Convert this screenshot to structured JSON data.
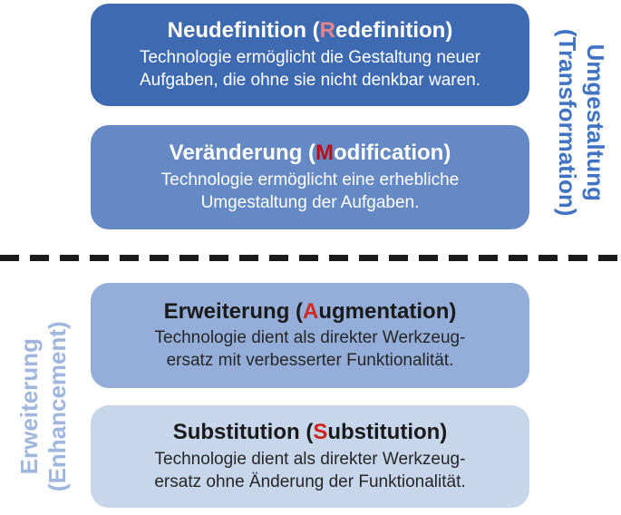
{
  "diagram": {
    "model": "SAMR",
    "divider_color": "#1c1c1c",
    "side_labels": {
      "right": {
        "line1": "Umgestaltung",
        "line2": "(Transformation)",
        "color": "#4173c4"
      },
      "left": {
        "line1": "Erweiterung",
        "line2": "(Enhancement)",
        "color": "#9fb6de"
      }
    },
    "boxes": [
      {
        "id": "redefinition",
        "title_prefix": "Neudefinition (",
        "title_red_letter": "R",
        "title_suffix": "edefinition)",
        "body_line1": "Technologie ermöglicht die Gestaltung neuer",
        "body_line2": "Aufgaben, die ohne sie nicht denkbar waren.",
        "bg_color": "#3e6ab2",
        "title_color": "#ffffff",
        "body_color": "#ffffff",
        "red_letter_color": "#e5838a"
      },
      {
        "id": "modification",
        "title_prefix": "Veränderung (",
        "title_red_letter": "M",
        "title_suffix": "odification)",
        "body_line1": "Technologie ermöglicht eine erhebliche",
        "body_line2": "Umgestaltung der Aufgaben.",
        "bg_color": "#6589c5",
        "title_color": "#ffffff",
        "body_color": "#ffffff",
        "red_letter_color": "#bb0f17"
      },
      {
        "id": "augmentation",
        "title_prefix": "Erweiterung (",
        "title_red_letter": "A",
        "title_suffix": "ugmentation)",
        "body_line1": "Technologie dient als direkter Werkzeug-",
        "body_line2": "ersatz mit verbesserter Funktionalität.",
        "bg_color": "#94aed9",
        "title_color": "#1a1a1a",
        "body_color": "#262626",
        "red_letter_color": "#d2291c"
      },
      {
        "id": "substitution",
        "title_prefix": "Substitution (",
        "title_red_letter": "S",
        "title_suffix": "ubstitution)",
        "body_line1": "Technologie dient als direkter Werkzeug-",
        "body_line2": "ersatz ohne Änderung der Funktionalität.",
        "bg_color": "#c7d6eb",
        "title_color": "#1a1a1a",
        "body_color": "#262626",
        "red_letter_color": "#d21f17"
      }
    ]
  }
}
